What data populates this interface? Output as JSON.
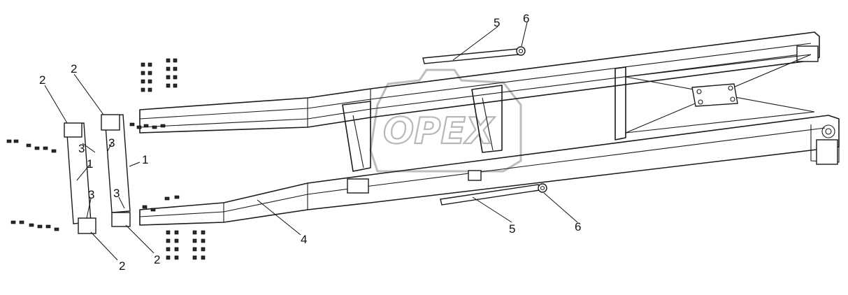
{
  "diagram": {
    "watermark": "OPEX",
    "callouts": [
      {
        "id": "c-5-top",
        "text": "5"
      },
      {
        "id": "c-6-top",
        "text": "6"
      },
      {
        "id": "c-2-a",
        "text": "2"
      },
      {
        "id": "c-2-b",
        "text": "2"
      },
      {
        "id": "c-3-a",
        "text": "3"
      },
      {
        "id": "c-3-b",
        "text": "3"
      },
      {
        "id": "c-1-a",
        "text": "1"
      },
      {
        "id": "c-1-b",
        "text": "1"
      },
      {
        "id": "c-3-c",
        "text": "3"
      },
      {
        "id": "c-3-d",
        "text": "3"
      },
      {
        "id": "c-4",
        "text": "4"
      },
      {
        "id": "c-5-bot",
        "text": "5"
      },
      {
        "id": "c-6-bot",
        "text": "6"
      },
      {
        "id": "c-2-c",
        "text": "2"
      },
      {
        "id": "c-2-d",
        "text": "2"
      }
    ]
  }
}
